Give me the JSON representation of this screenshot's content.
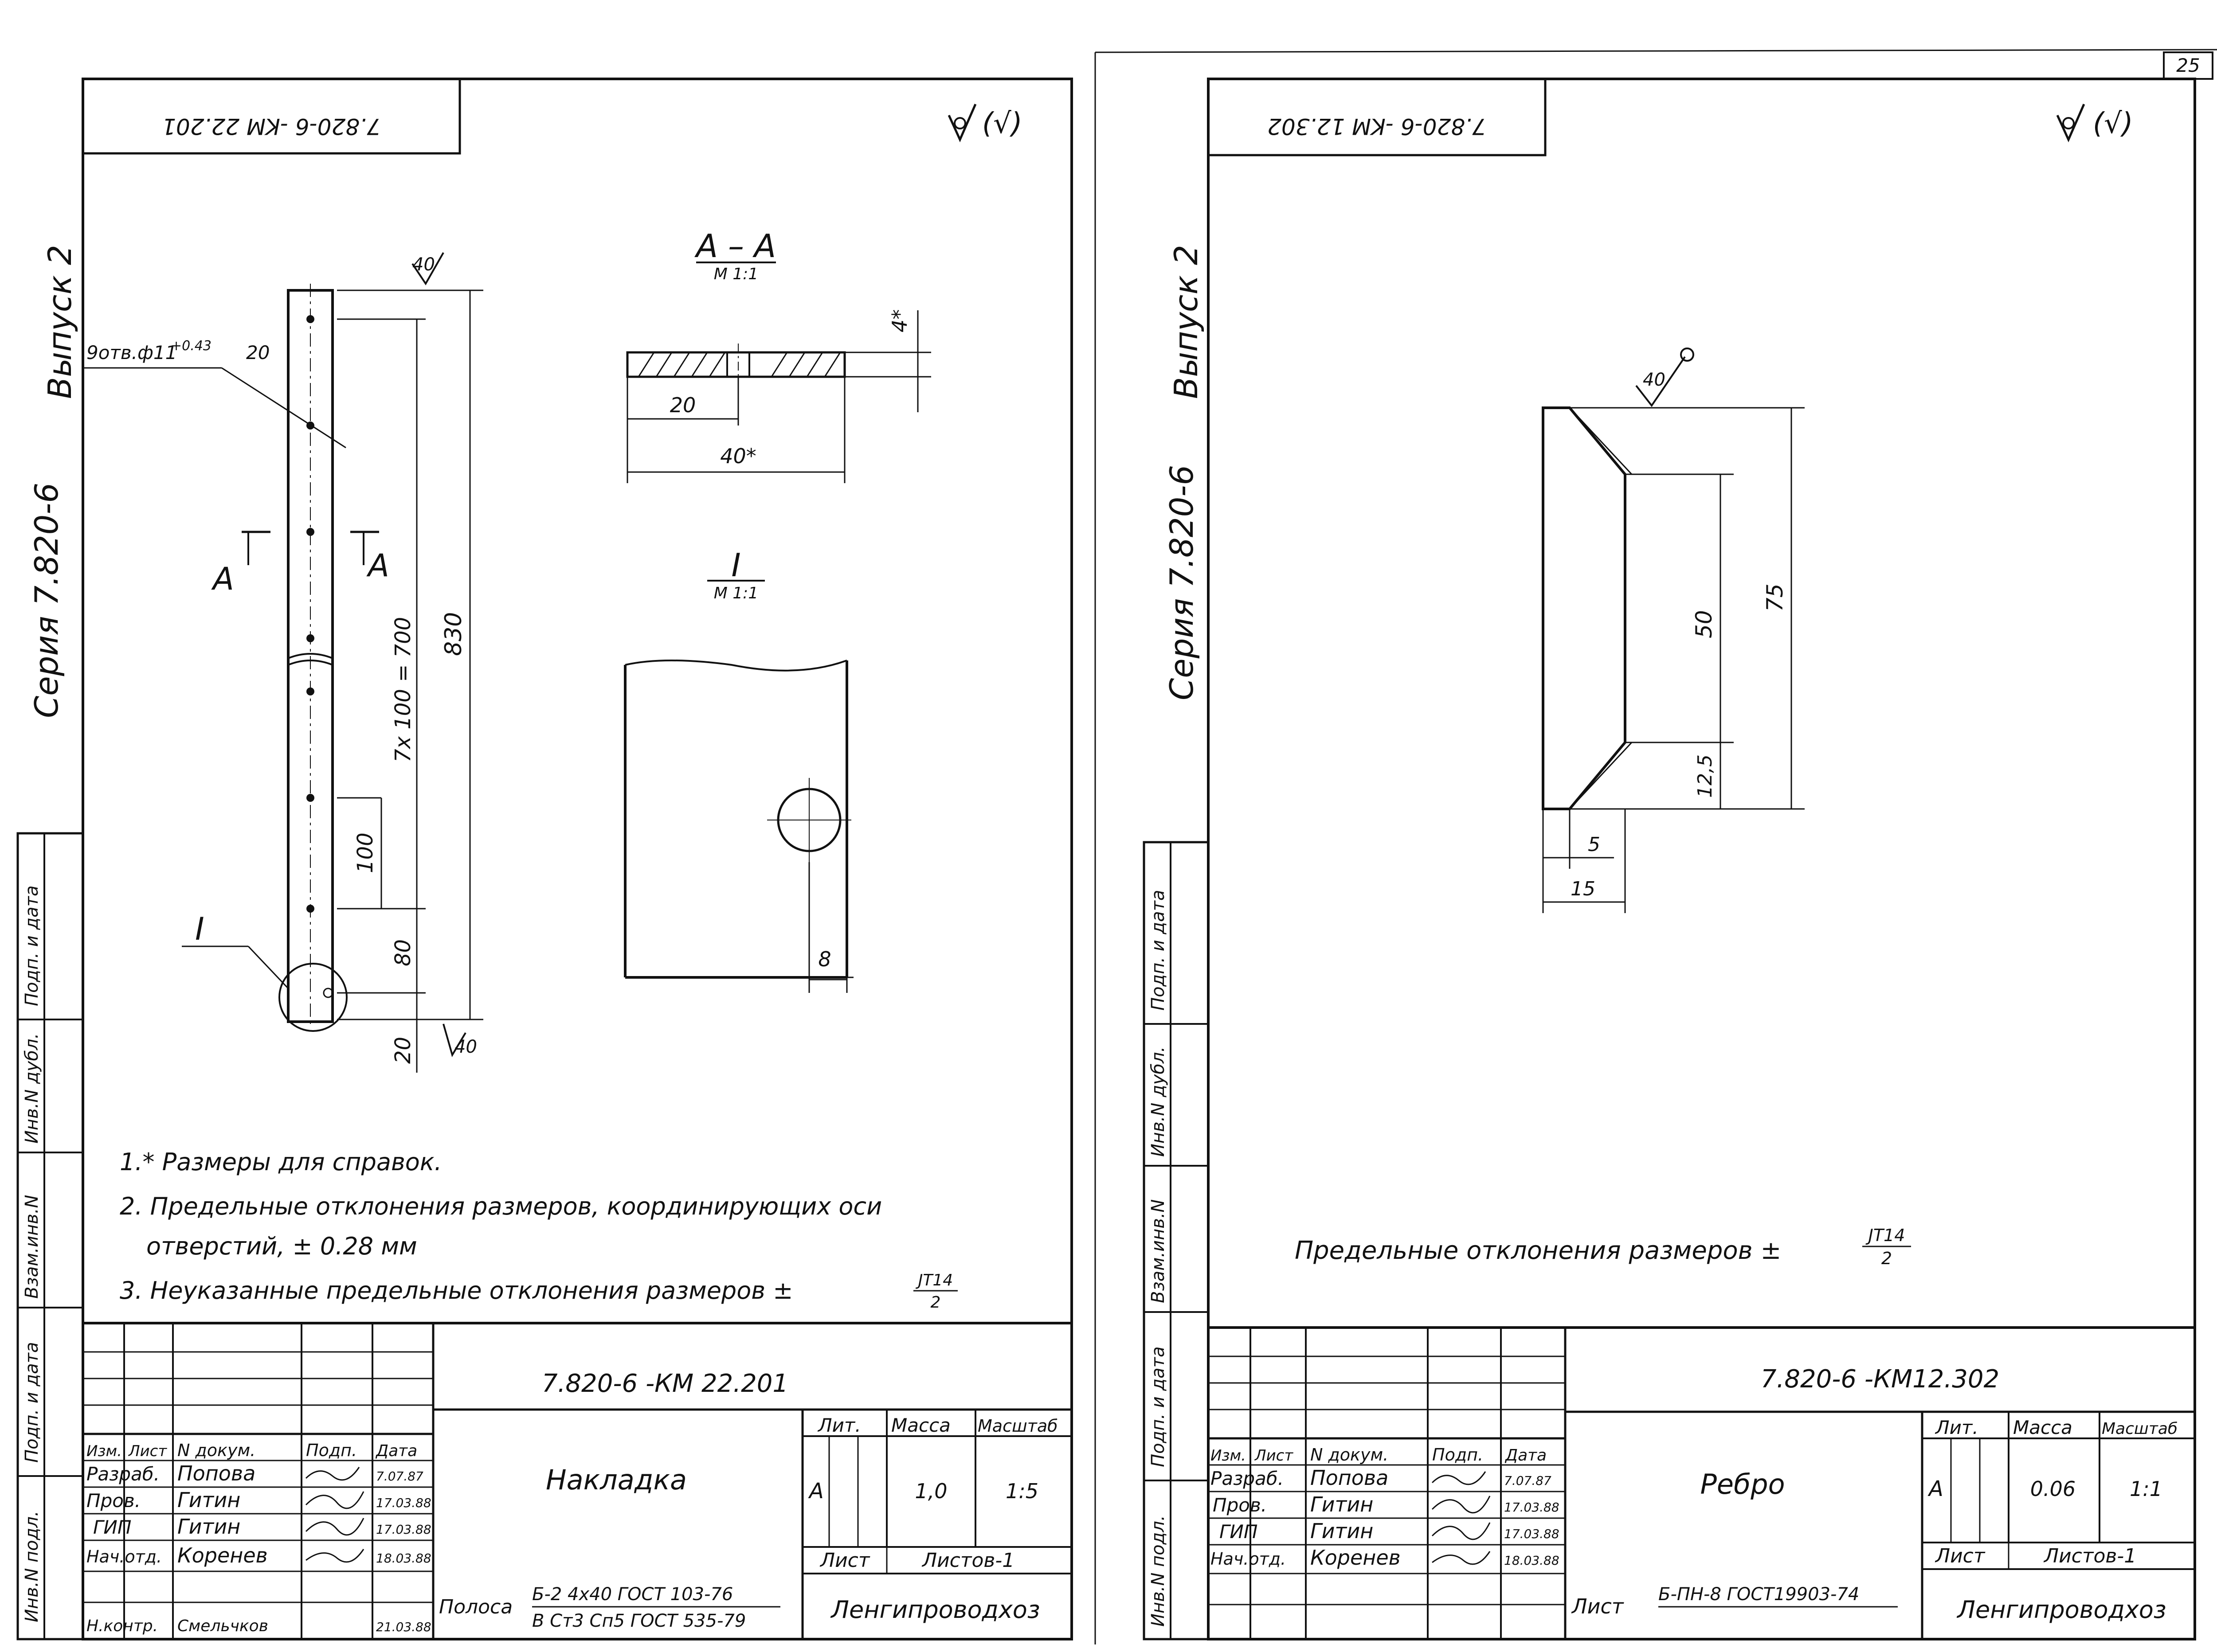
{
  "page_number": "25",
  "left_sheet": {
    "stamp_code": "7.820-6 -KM 22.201",
    "roughness": "(√)",
    "series_text": "Серия 7.820-6",
    "issue_text": "Выпуск 2",
    "side_stamp": [
      "Инв.N подл.",
      "Подп. и дата",
      "Взам.инв.N",
      "Инв.N дубл.",
      "Подп. и дата"
    ],
    "drawing": {
      "section_label": "А – А",
      "section_scale": "М 1:1",
      "detail_label": "I",
      "detail_scale": "М 1:1",
      "hole_note": "9отв.ф11",
      "hole_tolerance": "+0.43",
      "dim_20": "20",
      "dim_40": "40",
      "dim_4": "4*",
      "dim_40s": "40*",
      "dim_830": "830",
      "dim_pitch": "7х 100 = 700",
      "dim_100": "100",
      "dim_80": "80",
      "dim_8": "8",
      "rough_top": "40",
      "rough_bottom": "40",
      "cut_a": "А"
    },
    "notes": [
      "1.* Размеры для справок.",
      "2. Предельные отклонения размеров, координирующих оси",
      "отверстий, ± 0.28 мм",
      "3. Неуказанные предельные отклонения размеров ±"
    ],
    "tol_num": "JT14",
    "tol_den": "2",
    "title_block": {
      "designation": "7.820-6 -КМ 22.201",
      "item_name": "Накладка",
      "col_headers": [
        "Изм.",
        "Лист",
        "N докум.",
        "Подп.",
        "Дата"
      ],
      "rows": [
        {
          "role": "Разраб.",
          "name": "Попова",
          "date": "7.07.87"
        },
        {
          "role": "Пров.",
          "name": "Гитин",
          "date": "17.03.88"
        },
        {
          "role": "ГИП",
          "name": "Гитин",
          "date": "17.03.88"
        },
        {
          "role": "Нач.отд.",
          "name": "Коренев",
          "date": "18.03.88"
        },
        {
          "role": "Н.контр.",
          "name": "Смельчков",
          "date": "21.03.88"
        }
      ],
      "lit_header": "Лит.",
      "mass_header": "Масса",
      "scale_header": "Масштаб",
      "lit_value": "А",
      "mass_value": "1,0",
      "scale_value": "1:5",
      "sheet_label": "Лист",
      "sheets_label": "Листов-1",
      "material_prefix": "Полоса",
      "material_line1": "Б-2 4х40 ГОСТ 103-76",
      "material_line2": "В Ст3 Сп5 ГОСТ 535-79",
      "org": "Ленгипроводхоз"
    }
  },
  "right_sheet": {
    "stamp_code": "7.820-6 -KM 12.302",
    "roughness": "(√)",
    "series_text": "Серия 7.820-6",
    "issue_text": "Выпуск 2",
    "side_stamp": [
      "Инв.N подл.",
      "Подп. и дата",
      "Взам.инв.N",
      "Инв.N дубл.",
      "Подп. и дата"
    ],
    "drawing": {
      "rough": "40",
      "dim_75": "75",
      "dim_50": "50",
      "dim_12_5": "12,5",
      "dim_5": "5",
      "dim_15": "15"
    },
    "note": "Предельные отклонения размеров ±",
    "tol_num": "JT14",
    "tol_den": "2",
    "title_block": {
      "designation": "7.820-6 -КМ12.302",
      "item_name": "Ребро",
      "col_headers": [
        "Изм.",
        "Лист",
        "N докум.",
        "Подп.",
        "Дата"
      ],
      "rows": [
        {
          "role": "Разраб.",
          "name": "Попова",
          "date": "7.07.87"
        },
        {
          "role": "Пров.",
          "name": "Гитин",
          "date": "17.03.88"
        },
        {
          "role": "ГИП",
          "name": "Гитин",
          "date": "17.03.88"
        },
        {
          "role": "Нач.отд.",
          "name": "Коренев",
          "date": "18.03.88"
        }
      ],
      "lit_header": "Лит.",
      "mass_header": "Масса",
      "scale_header": "Масштаб",
      "lit_value": "А",
      "mass_value": "0.06",
      "scale_value": "1:1",
      "sheet_label": "Лист",
      "sheets_label": "Листов-1",
      "material_prefix": "Лист",
      "material_line1": "Б-ПН-8 ГОСТ19903-74",
      "org": "Ленгипроводхоз"
    }
  }
}
